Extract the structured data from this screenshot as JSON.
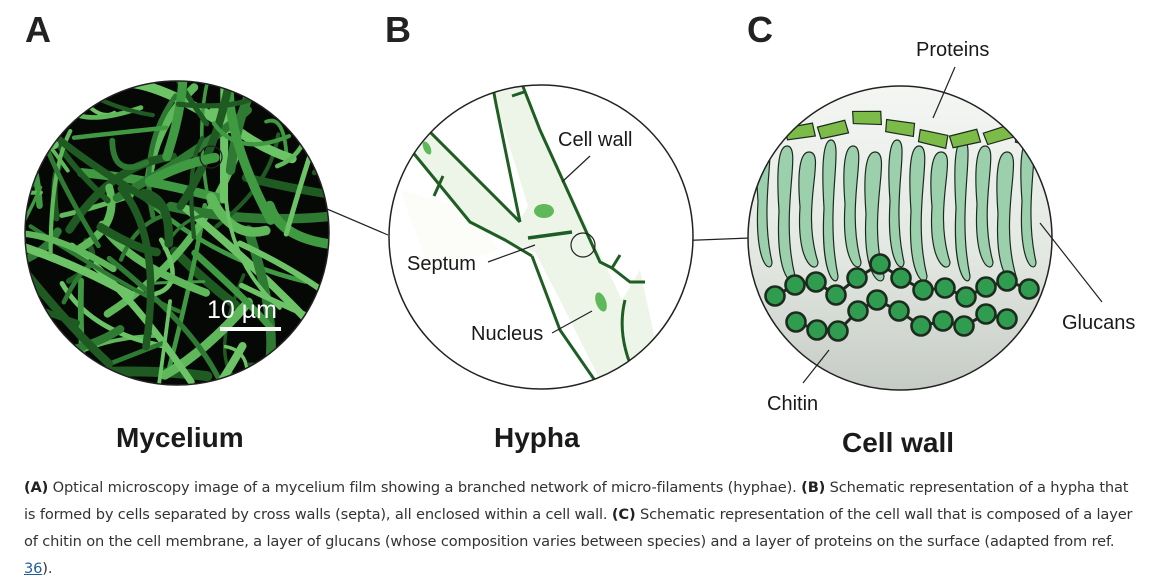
{
  "figure": {
    "panels": [
      {
        "letter": "A",
        "title": "Mycelium",
        "scale_bar": "10 µm"
      },
      {
        "letter": "B",
        "title": "Hypha",
        "labels": {
          "cell_wall": "Cell wall",
          "septum": "Septum",
          "nucleus": "Nucleus"
        }
      },
      {
        "letter": "C",
        "title": "Cell wall",
        "labels": {
          "proteins": "Proteins",
          "glucans": "Glucans",
          "chitin": "Chitin"
        }
      }
    ],
    "colors": {
      "hypha_green": "#5fb85a",
      "dark_green": "#1f5e23",
      "cytoplasm": "#ecf5e8",
      "protein_green": "#7dbb48",
      "glucan_green": "#9ccfac",
      "chitin_green": "#2f9c50"
    }
  },
  "caption": {
    "a_label": "(A)",
    "a_text": " Optical microscopy image of a mycelium film showing a branched network of micro-filaments (hyphae). ",
    "b_label": "(B)",
    "b_text": " Schematic representation of a hypha that is formed by cells separated by cross walls (septa), all enclosed within a cell wall. ",
    "c_label": "(C)",
    "c_text": " Schematic representation of the cell wall that is composed of a layer of chitin on the cell membrane, a layer of glucans (whose composition varies between species) and a layer of proteins on the surface (adapted from ref. ",
    "ref_link": "36",
    "end": ")."
  }
}
